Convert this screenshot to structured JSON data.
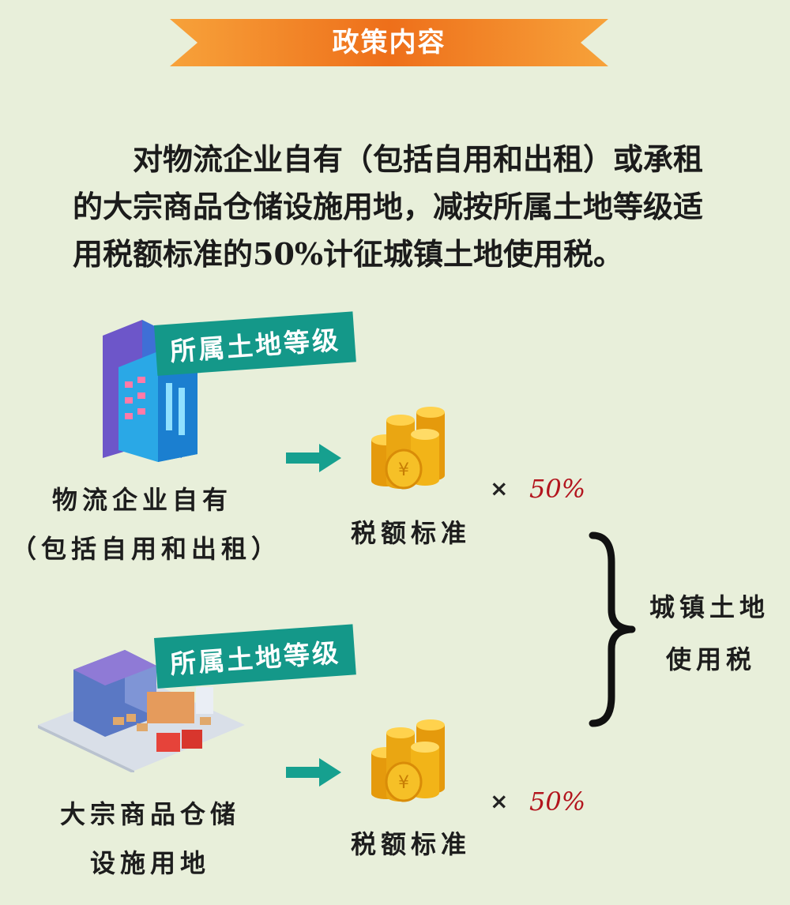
{
  "header": {
    "title": "政策内容"
  },
  "intro": {
    "text": "对物流企业自有（包括自用和出租）或承租的大宗商品仓储设施用地，减按所属土地等级适用税额标准的50%计征城镇土地使用税。"
  },
  "flows": [
    {
      "tag": "所属土地等级",
      "source_line1": "物流企业自有",
      "source_line2": "（包括自用和出租）",
      "rate_label": "税额标准",
      "multiplier": "×",
      "percent": "50%"
    },
    {
      "tag": "所属土地等级",
      "source_line1": "大宗商品仓储",
      "source_line2": "设施用地",
      "rate_label": "税额标准",
      "multiplier": "×",
      "percent": "50%"
    }
  ],
  "result": {
    "line1": "城镇土地",
    "line2": "使用税"
  },
  "icons": {
    "ribbon": "ribbon-banner-icon",
    "building": "office-building-icon",
    "warehouse": "warehouse-icon",
    "arrow": "arrow-right-icon",
    "coins": "coin-stack-icon",
    "brace": "right-brace-icon"
  },
  "colors": {
    "background": "#e8efda",
    "ribbon": "#ef7a1e",
    "tag": "#149889",
    "arrow": "#16a08f",
    "coin": "#f2b418",
    "percent": "#b3151e"
  }
}
